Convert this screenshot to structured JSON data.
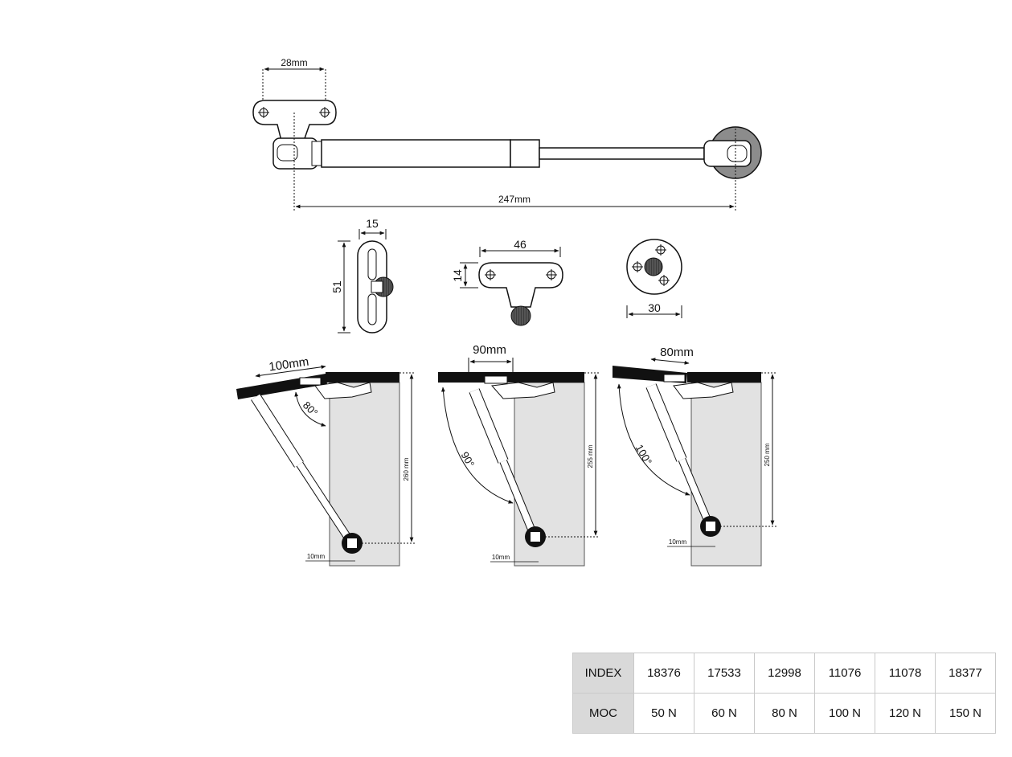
{
  "top_view": {
    "bracket_width": "28mm",
    "total_length": "247mm"
  },
  "parts": {
    "slot_bracket": {
      "width": "15",
      "height": "51"
    },
    "plate_bracket": {
      "width": "46",
      "height": "14"
    },
    "round_bracket": {
      "diameter": "30"
    }
  },
  "installs": [
    {
      "offset": "100mm",
      "angle": "80°",
      "height": "260 mm",
      "bottom_offset": "10mm"
    },
    {
      "offset": "90mm",
      "angle": "90°",
      "height": "255 mm",
      "bottom_offset": "10mm"
    },
    {
      "offset": "80mm",
      "angle": "100°",
      "height": "250 mm",
      "bottom_offset": "10mm"
    }
  ],
  "spec_table": {
    "header_label": "INDEX",
    "force_label": "MOC",
    "columns": [
      {
        "index": "18376",
        "force": "50 N"
      },
      {
        "index": "17533",
        "force": "60 N"
      },
      {
        "index": "12998",
        "force": "80 N"
      },
      {
        "index": "11076",
        "force": "100 N"
      },
      {
        "index": "11078",
        "force": "120 N"
      },
      {
        "index": "18377",
        "force": "150 N"
      }
    ]
  }
}
